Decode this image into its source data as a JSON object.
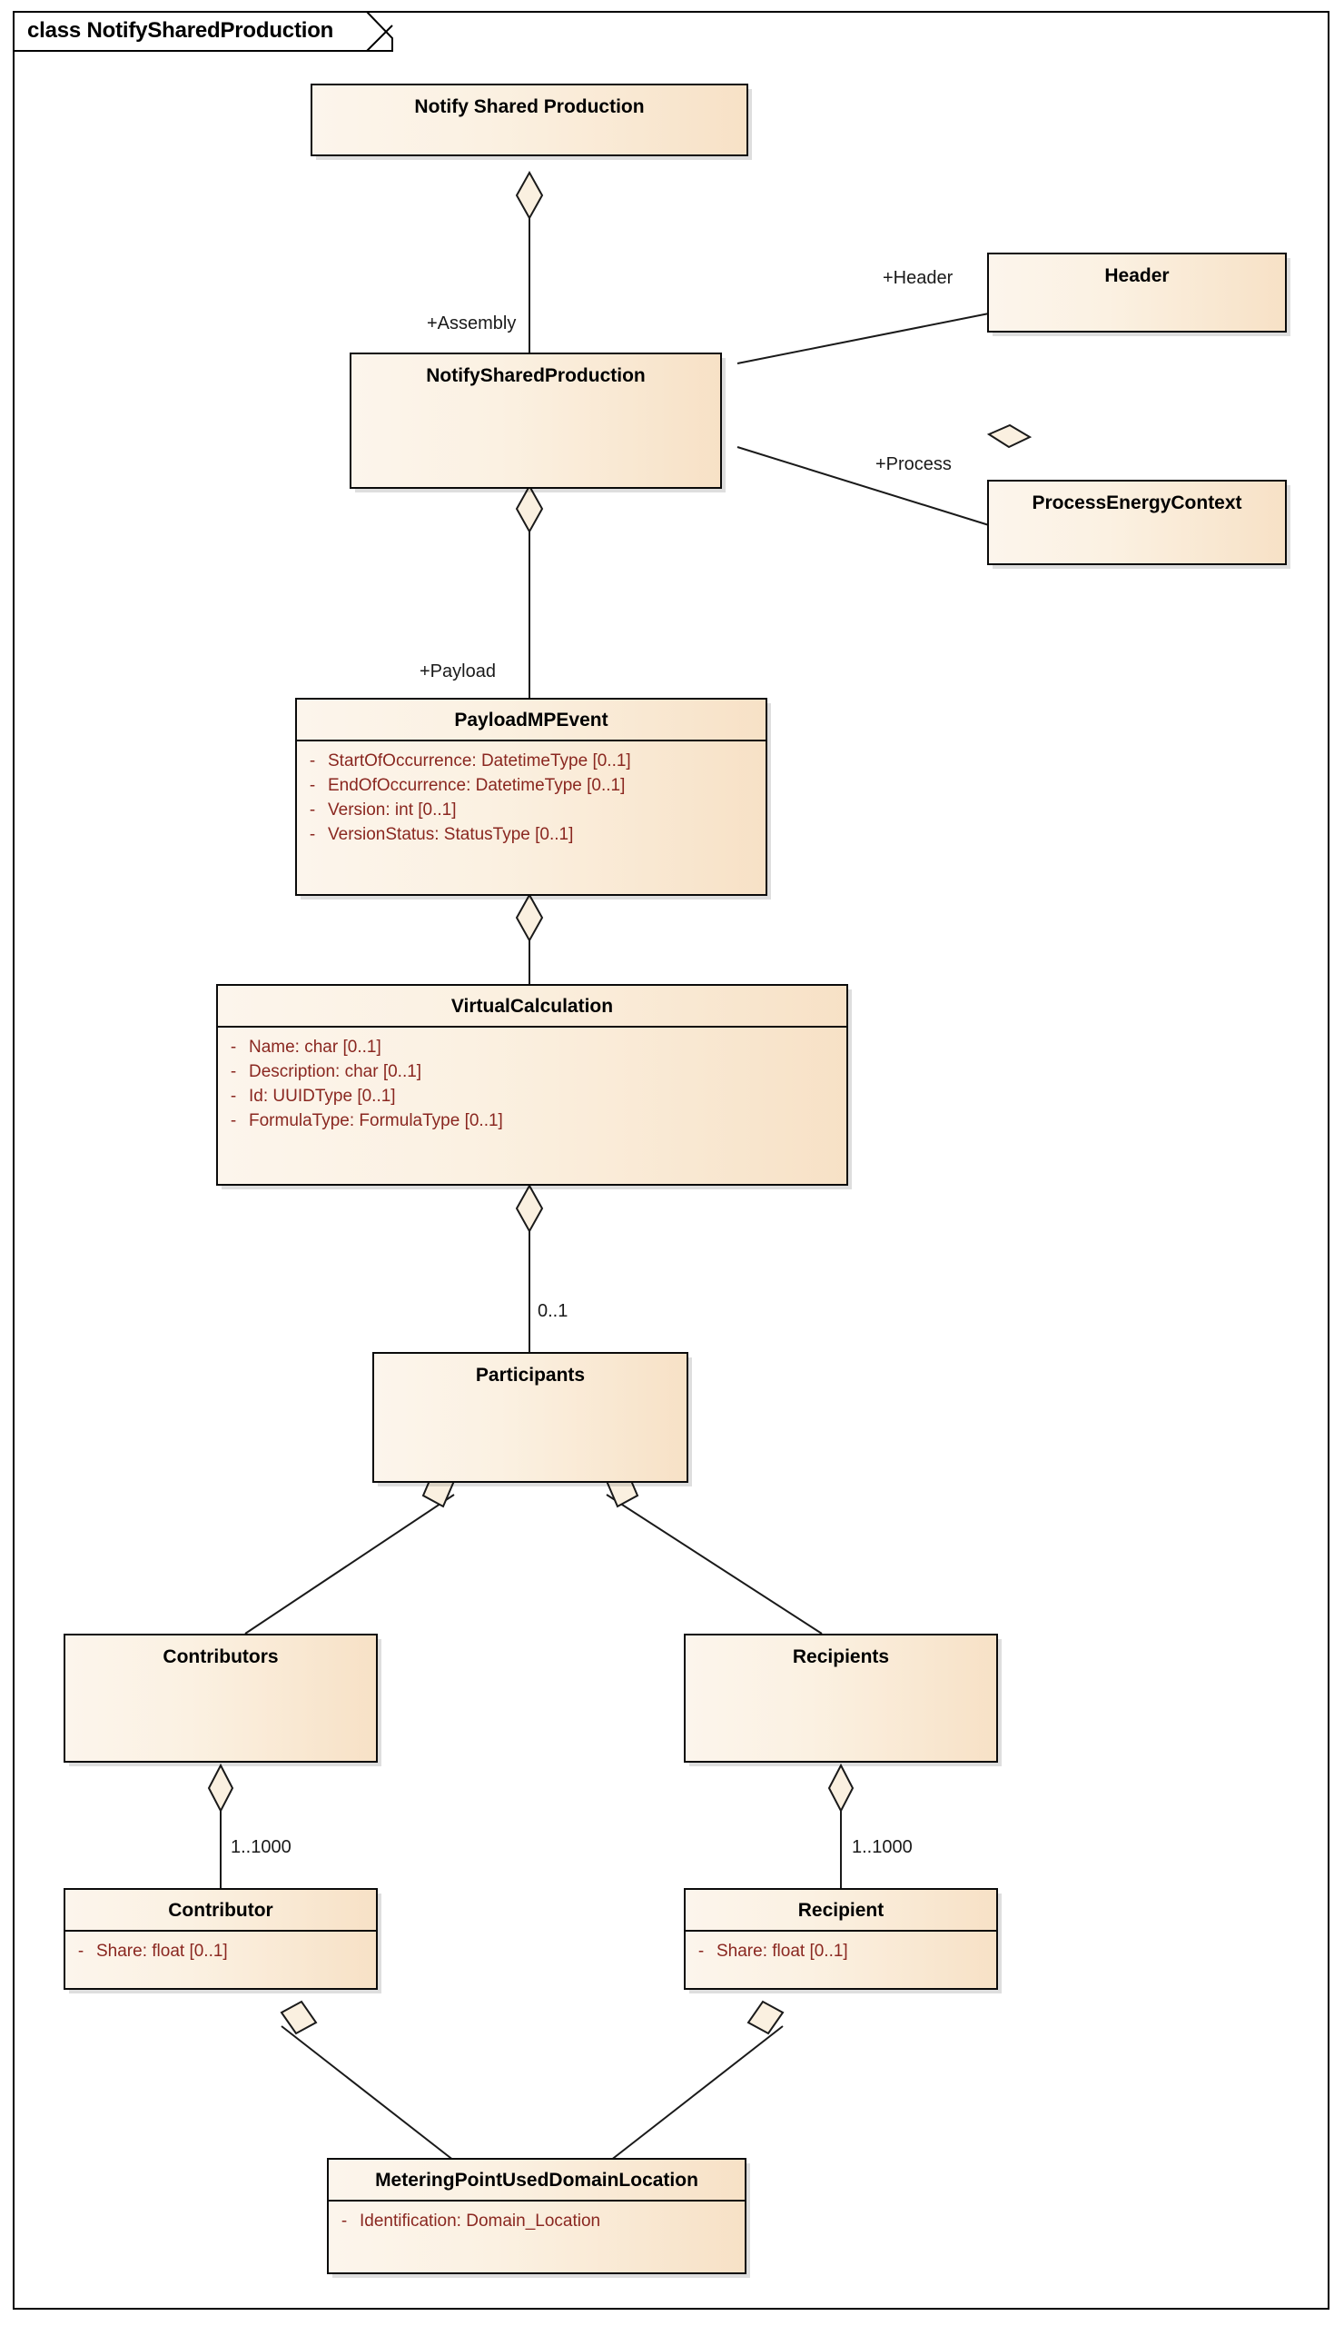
{
  "frame": {
    "label": "class NotifySharedProduction"
  },
  "classes": [
    {
      "id": "notify-shared-production-actor",
      "name": "Notify Shared Production",
      "attributes": []
    },
    {
      "id": "notify-shared-production",
      "name": "NotifySharedProduction",
      "attributes": []
    },
    {
      "id": "header",
      "name": "Header",
      "attributes": []
    },
    {
      "id": "process-energy-context",
      "name": "ProcessEnergyContext",
      "attributes": []
    },
    {
      "id": "payload-mp-event",
      "name": "PayloadMPEvent",
      "attributes": [
        {
          "visibility": "-",
          "signature": "StartOfOccurrence: DatetimeType [0..1]"
        },
        {
          "visibility": "-",
          "signature": "EndOfOccurrence: DatetimeType [0..1]"
        },
        {
          "visibility": "-",
          "signature": "Version: int [0..1]"
        },
        {
          "visibility": "-",
          "signature": "VersionStatus: StatusType [0..1]"
        }
      ]
    },
    {
      "id": "virtual-calculation",
      "name": "VirtualCalculation",
      "attributes": [
        {
          "visibility": "-",
          "signature": "Name: char [0..1]"
        },
        {
          "visibility": "-",
          "signature": "Description: char [0..1]"
        },
        {
          "visibility": "-",
          "signature": "Id: UUIDType [0..1]"
        },
        {
          "visibility": "-",
          "signature": "FormulaType: FormulaType [0..1]"
        }
      ]
    },
    {
      "id": "participants",
      "name": "Participants",
      "attributes": []
    },
    {
      "id": "contributors",
      "name": "Contributors",
      "attributes": []
    },
    {
      "id": "recipients",
      "name": "Recipients",
      "attributes": []
    },
    {
      "id": "contributor",
      "name": "Contributor",
      "attributes": [
        {
          "visibility": "-",
          "signature": "Share: float [0..1]"
        }
      ]
    },
    {
      "id": "recipient",
      "name": "Recipient",
      "attributes": [
        {
          "visibility": "-",
          "signature": "Share: float [0..1]"
        }
      ]
    },
    {
      "id": "metering-point-used-domain-location",
      "name": "MeteringPointUsedDomainLocation",
      "attributes": [
        {
          "visibility": "-",
          "signature": "Identification: Domain_Location"
        }
      ]
    }
  ],
  "edge_labels": [
    {
      "id": "assembly",
      "text": "+Assembly"
    },
    {
      "id": "header-role",
      "text": "+Header"
    },
    {
      "id": "process-role",
      "text": "+Process"
    },
    {
      "id": "payload",
      "text": "+Payload"
    },
    {
      "id": "participants-mult",
      "text": "0..1"
    },
    {
      "id": "contributor-mult",
      "text": "1..1000"
    },
    {
      "id": "recipient-mult",
      "text": "1..1000"
    }
  ],
  "colors": {
    "box_fill_left": "#fcf5ec",
    "box_fill_right": "#f7e1c6",
    "box_border": "#0b0b0b",
    "attribute_text": "#8a2720",
    "name_text": "#000000",
    "diamond_fill": "#faf0e0",
    "background": "#ffffff"
  }
}
